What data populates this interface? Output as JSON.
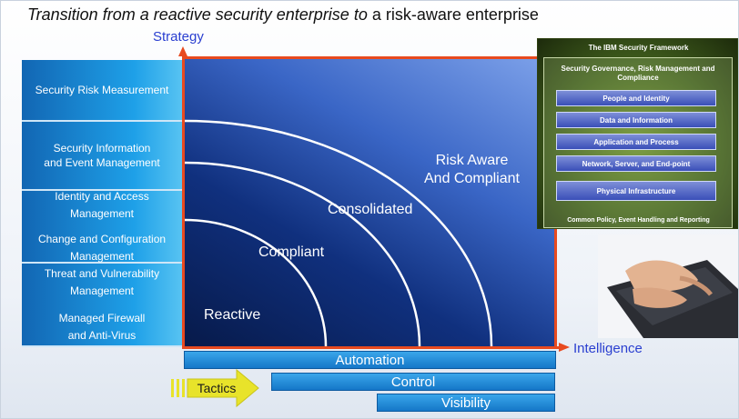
{
  "title": {
    "part1": "Transition from",
    "part2": "a reactive security enterprise",
    "part3": "to",
    "part4": "a risk-aware enterprise"
  },
  "axes": {
    "y_label": "Strategy",
    "x_label": "Intelligence"
  },
  "left_categories": [
    {
      "lines": [
        "Security Risk Measurement"
      ]
    },
    {
      "lines": [
        "Security Information",
        "and Event Management"
      ]
    },
    {
      "lines": [
        "Identity and Access",
        "Management",
        "Change and Configuration",
        "Management"
      ]
    },
    {
      "lines": [
        "Threat and Vulnerability",
        "Management",
        "Managed Firewall",
        "and Anti-Virus"
      ]
    }
  ],
  "maturity_levels": {
    "reactive": "Reactive",
    "compliant": "Compliant",
    "consolidated": "Consolidated",
    "risk_line1": "Risk Aware",
    "risk_line2": "And Compliant"
  },
  "bars": {
    "automation": "Automation",
    "control": "Control",
    "visibility": "Visibility"
  },
  "tactics_label": "Tactics",
  "framework": {
    "title": "The IBM Security Framework",
    "governance": "Security Governance, Risk Management and Compliance",
    "items": [
      "People and Identity",
      "Data and Information",
      "Application and Process",
      "Network, Server, and End-point",
      "Physical  Infrastructure"
    ],
    "footer": "Common Policy, Event Handling and Reporting"
  },
  "colors": {
    "axis": "#e84a1f",
    "axis_label": "#2a3fd0",
    "framework_green": "#4d6e22",
    "tactics_arrow": "#e8e32a"
  }
}
